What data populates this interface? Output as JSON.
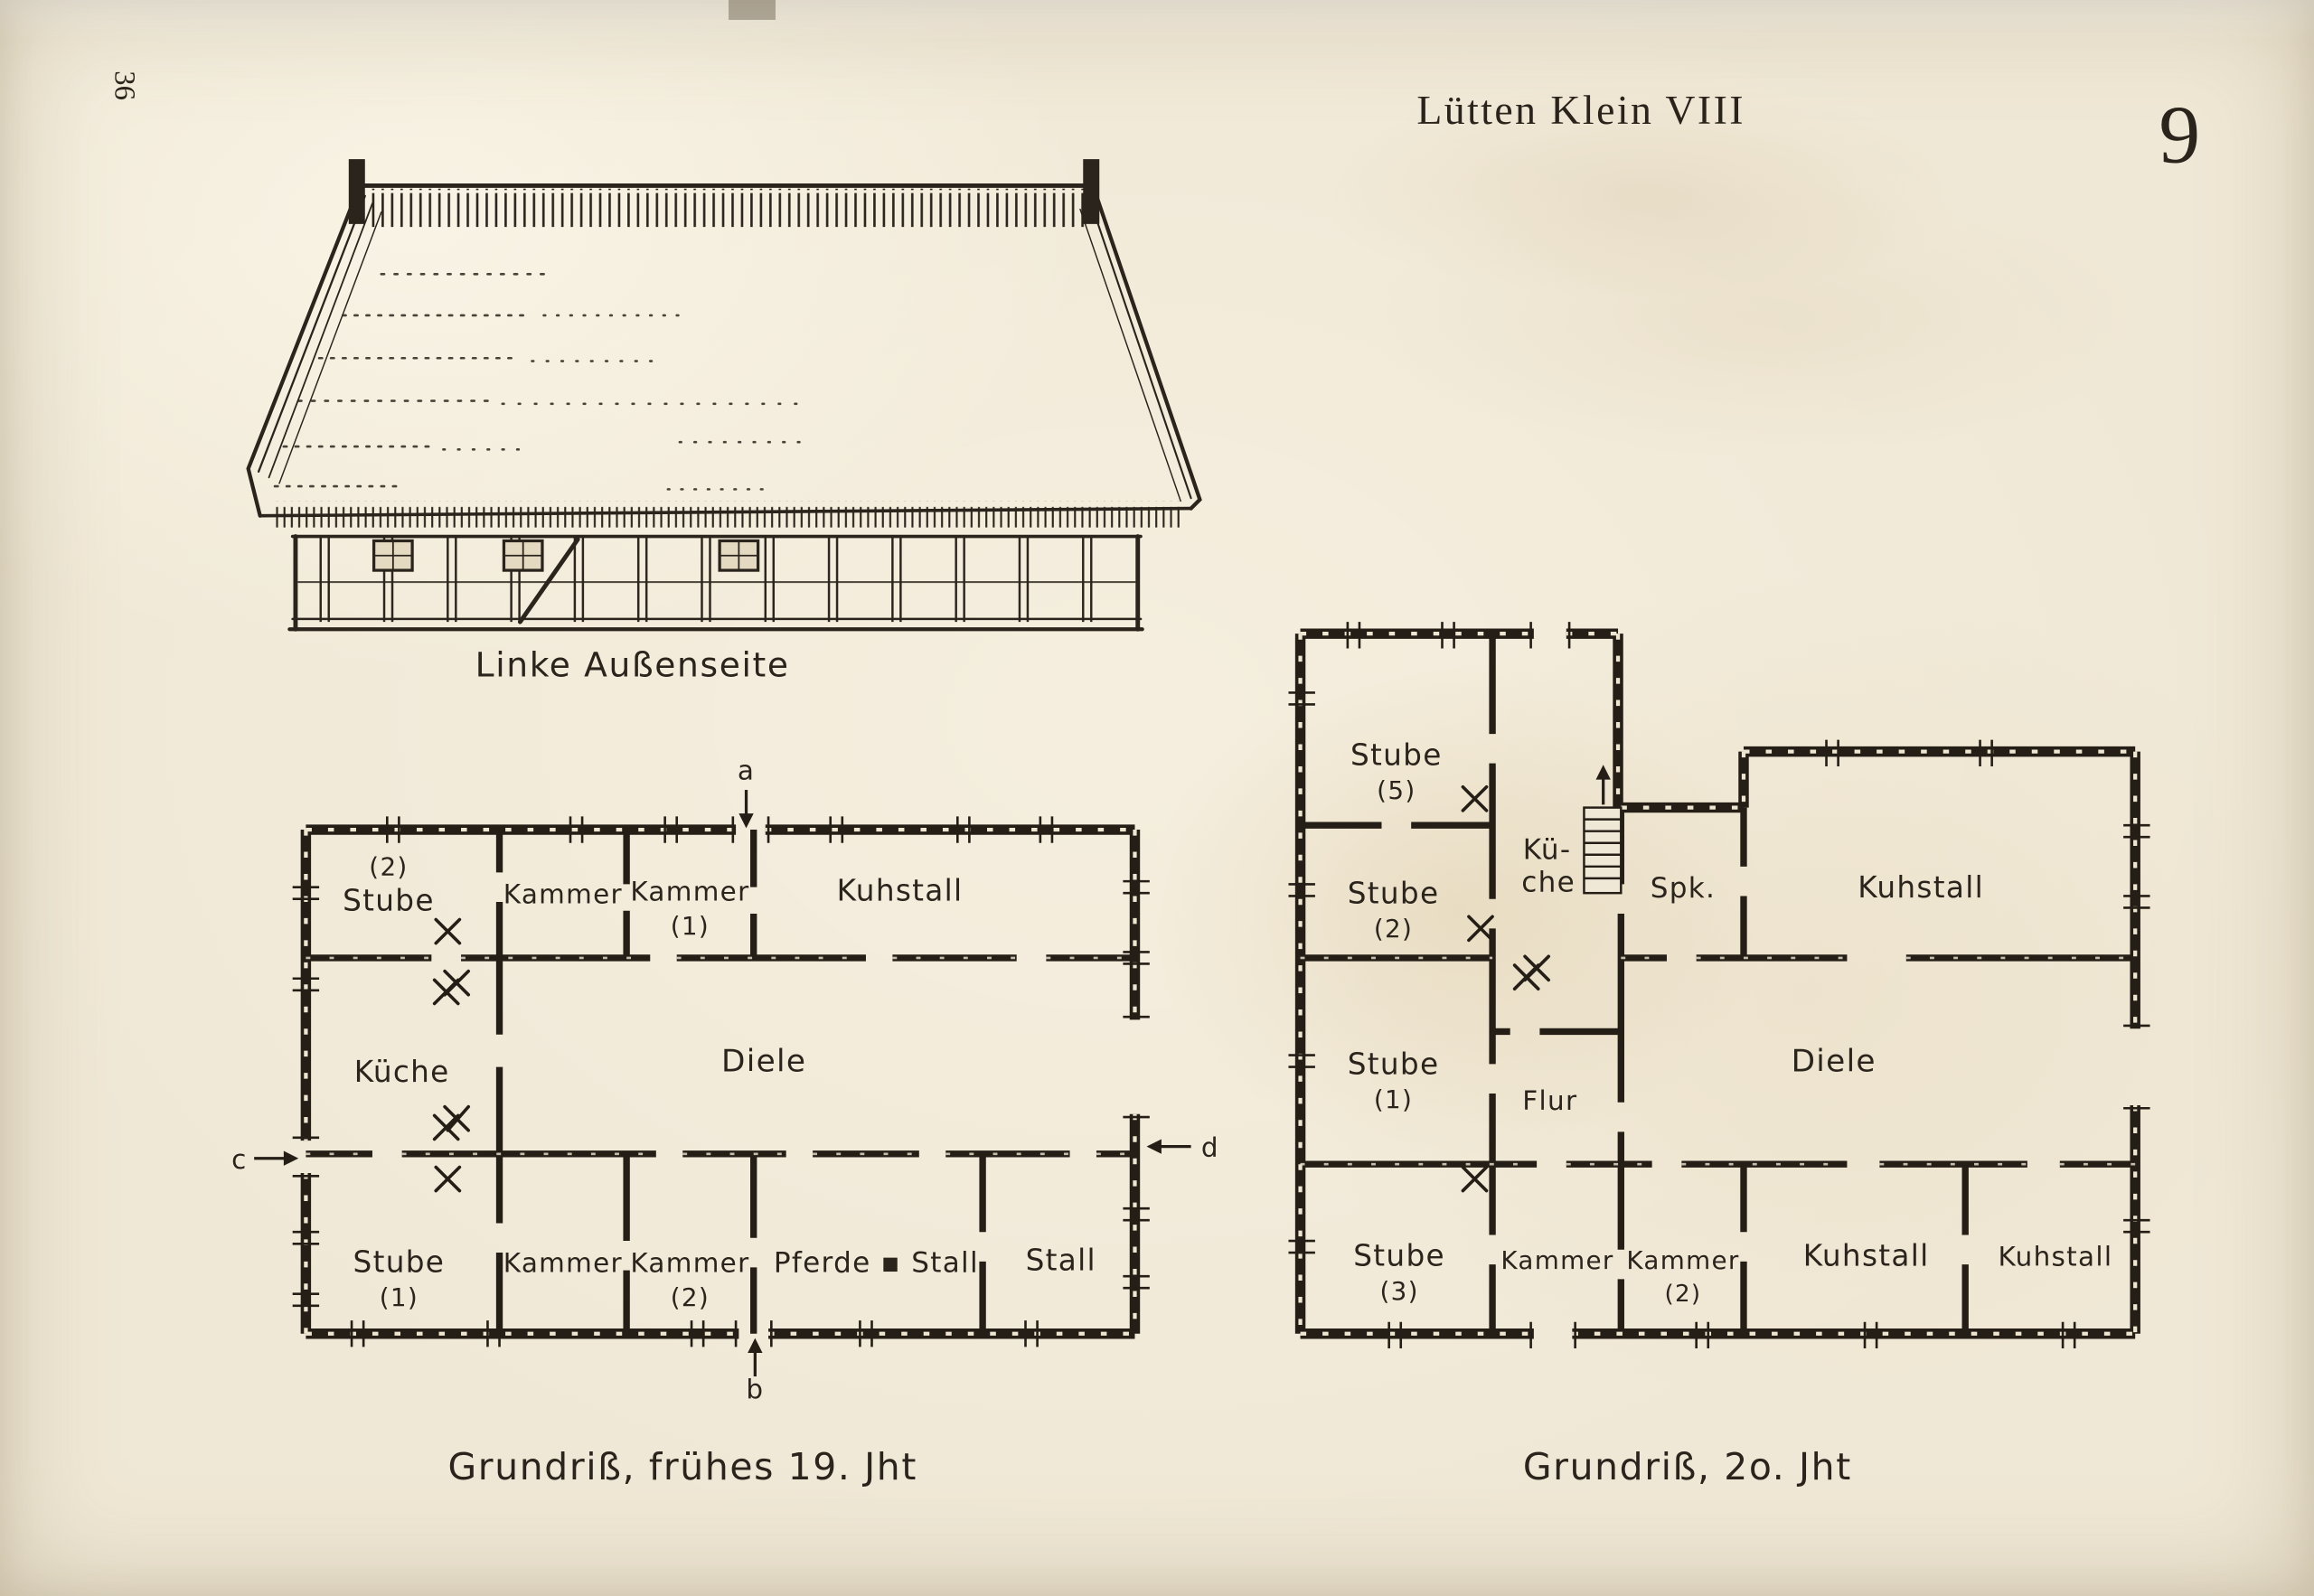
{
  "page": {
    "margin_number": "36",
    "header_title": "Lütten Klein VIII",
    "page_number": "9",
    "paper_color": "#f0e8d6",
    "ink_color": "#2b241c"
  },
  "elevation": {
    "caption": "Linke Außenseite"
  },
  "plan_early": {
    "caption": "Grundriß, frühes 19. Jht",
    "markers": {
      "a": "a",
      "b": "b",
      "c": "c",
      "d": "d"
    },
    "rooms": {
      "stube2": {
        "line1": "(2)",
        "line2": "Stube"
      },
      "kammer_top": {
        "line1": "Kammer"
      },
      "kammer1": {
        "line1": "Kammer",
        "line2": "(1)"
      },
      "kuhstall": {
        "line1": "Kuhstall"
      },
      "kueche": {
        "line1": "Küche"
      },
      "diele": {
        "line1": "Diele"
      },
      "stube1": {
        "line1": "Stube",
        "line2": "(1)"
      },
      "kammer_bottom": {
        "line1": "Kammer"
      },
      "kammer2": {
        "line1": "Kammer",
        "line2": "(2)"
      },
      "pferdestall": {
        "line1": "Pferde ▪ Stall"
      },
      "stall": {
        "line1": "Stall"
      }
    }
  },
  "plan_modern": {
    "caption": "Grundriß, 2o. Jht",
    "rooms": {
      "stube5": {
        "line1": "Stube",
        "line2": "(5)"
      },
      "kueche": {
        "line1": "Kü-",
        "line2": "che"
      },
      "spk": {
        "line1": "Spk."
      },
      "kuhstall_top": {
        "line1": "Kuhstall"
      },
      "stube2": {
        "line1": "Stube",
        "line2": "(2)"
      },
      "stube1": {
        "line1": "Stube",
        "line2": "(1)"
      },
      "flur": {
        "line1": "Flur"
      },
      "diele": {
        "line1": "Diele"
      },
      "stube3": {
        "line1": "Stube",
        "line2": "(3)"
      },
      "kammer": {
        "line1": "Kammer"
      },
      "kammer2": {
        "line1": "Kammer",
        "line2": "(2)"
      },
      "kuhstall_bottom_left": {
        "line1": "Kuhstall"
      },
      "kuhstall_bottom_right": {
        "line1": "Kuhstall"
      }
    }
  }
}
